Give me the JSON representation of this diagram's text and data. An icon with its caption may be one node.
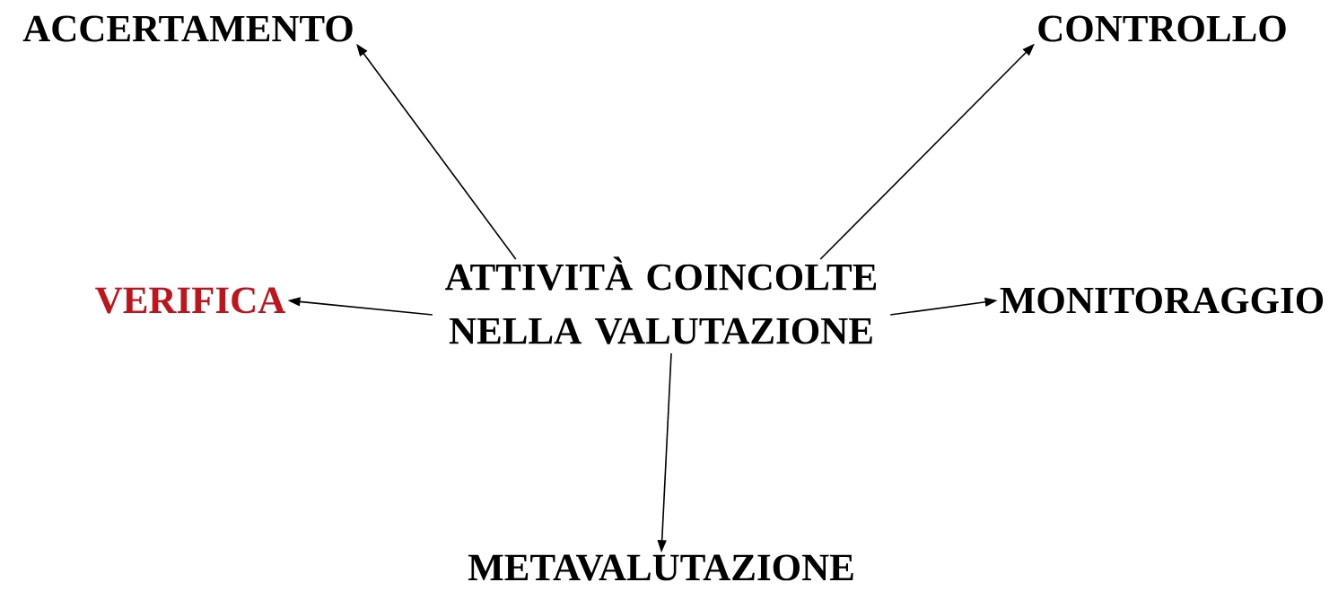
{
  "diagram": {
    "nodes": [
      {
        "text": [
          "ATTIVITÀ COINCOLTE NELLA VALUTAZIONE"
        ]
      },
      {
        "text": [
          "ACCERTAMENTO"
        ]
      },
      {
        "text": [
          "CONTROLLO"
        ]
      },
      {
        "text": [
          "VERIFICA"
        ]
      },
      {
        "text": [
          "MONITORAGGIO"
        ]
      },
      {
        "text": [
          "METAVALUTAZIONE"
        ]
      }
    ],
    "edges": [
      {
        "from": 0,
        "to": 1,
        "arrow": "to"
      },
      {
        "from": 0,
        "to": 2,
        "arrow": "to"
      },
      {
        "from": 0,
        "to": 3,
        "arrow": "to"
      },
      {
        "from": 0,
        "to": 4,
        "arrow": "to"
      },
      {
        "from": 0,
        "to": 5,
        "arrow": "to"
      }
    ]
  }
}
